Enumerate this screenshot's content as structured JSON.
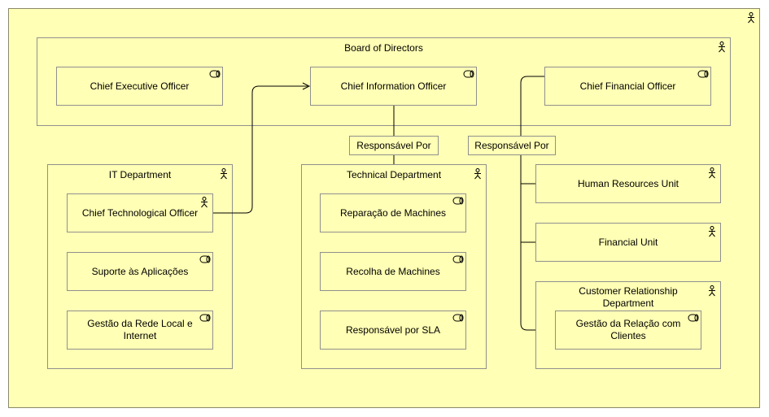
{
  "board": {
    "title": "Board of Directors",
    "ceo": "Chief Executive Officer",
    "cio": "Chief Information Officer",
    "cfo": "Chief Financial Officer"
  },
  "it_department": {
    "title": "IT Department",
    "cto": "Chief Technological Officer",
    "app_support": "Suporte às Aplicações",
    "network": "Gestão da Rede Local e Internet"
  },
  "technical_department": {
    "title": "Technical Department",
    "repair": "Reparação de Machines",
    "collection": "Recolha de Machines",
    "sla": "Responsável por SLA"
  },
  "right_units": {
    "hr": "Human Resources Unit",
    "financial": "Financial Unit",
    "crm_title": "Customer Relationship Department",
    "crm_role": "Gestão da Relação com Clientes"
  },
  "relations": {
    "cio_label": "Responsável Por",
    "cfo_label": "Responsável Por"
  },
  "colors": {
    "fill": "#ffffb5",
    "border": "#909090",
    "line": "#000000"
  },
  "icons": {
    "actor": "actor-icon",
    "role": "role-icon"
  }
}
